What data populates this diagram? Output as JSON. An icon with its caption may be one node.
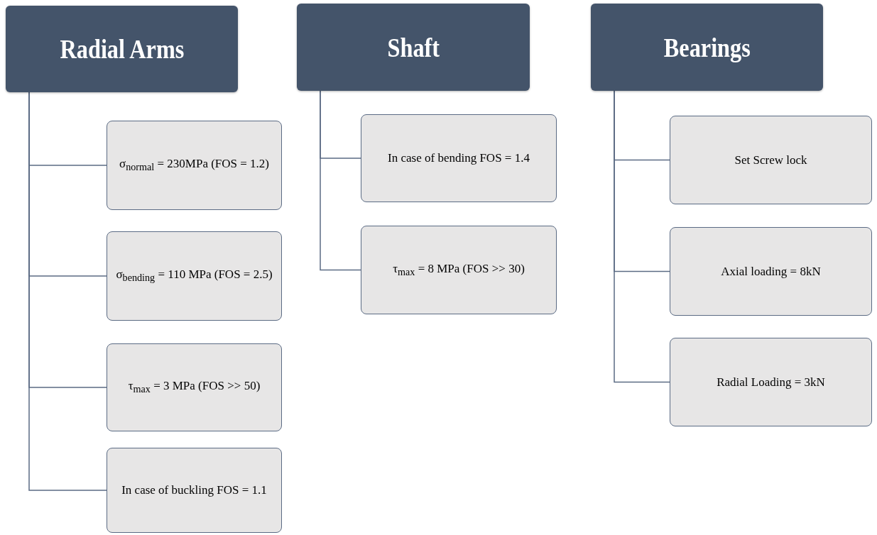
{
  "diagram": {
    "nodes": [
      {
        "text": [
          "Radial Arms"
        ]
      },
      {
        "text": [
          "σ$_{normal}$ = 230MPa (FOS = 1.2)"
        ]
      },
      {
        "text": [
          "σ$_{bending}$ = 110 MPa (FOS = 2.5)"
        ]
      },
      {
        "text": [
          "τ$_{max}$ = 3 MPa (FOS >> 50)"
        ]
      },
      {
        "text": [
          "In case of buckling FOS = 1.1"
        ]
      },
      {
        "text": [
          "Shaft"
        ]
      },
      {
        "text": [
          "In case of bending FOS = 1.4"
        ]
      },
      {
        "text": [
          "τ$_{max}$ = 8 MPa (FOS >> 30)"
        ]
      },
      {
        "text": [
          "Bearings"
        ]
      },
      {
        "text": [
          "Set Screw lock"
        ]
      },
      {
        "text": [
          "Axial loading  = 8kN"
        ]
      },
      {
        "text": [
          "Radial Loading = 3kN"
        ]
      }
    ],
    "edges": [
      {
        "from": 0,
        "to": 1,
        "arrow": "none"
      },
      {
        "from": 0,
        "to": 2,
        "arrow": "none"
      },
      {
        "from": 0,
        "to": 3,
        "arrow": "none"
      },
      {
        "from": 0,
        "to": 4,
        "arrow": "none"
      },
      {
        "from": 5,
        "to": 6,
        "arrow": "none"
      },
      {
        "from": 5,
        "to": 7,
        "arrow": "none"
      },
      {
        "from": 8,
        "to": 9,
        "arrow": "none"
      },
      {
        "from": 8,
        "to": 10,
        "arrow": "none"
      },
      {
        "from": 8,
        "to": 11,
        "arrow": "none"
      }
    ]
  }
}
